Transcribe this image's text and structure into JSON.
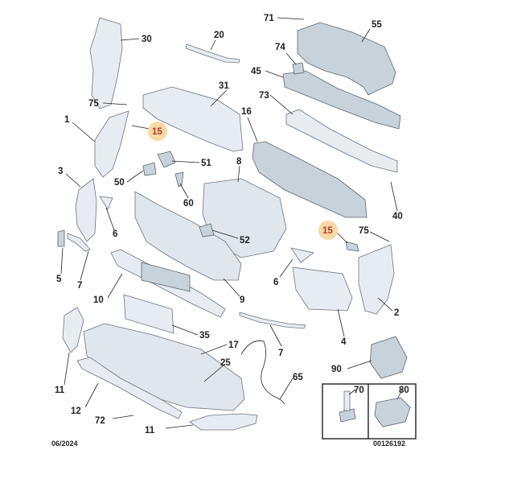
{
  "footer": {
    "date": "06/2024",
    "ref": "00126192"
  },
  "labels": {
    "l71": "71",
    "l55": "55",
    "l30": "30",
    "l20": "20",
    "l74": "74",
    "l45": "45",
    "l31": "31",
    "l75a": "75",
    "l73": "73",
    "l1": "1",
    "l15a": "15",
    "l16": "16",
    "l51": "51",
    "l3": "3",
    "l50": "50",
    "l60": "60",
    "l8": "8",
    "l40": "40",
    "l6a": "6",
    "l52": "52",
    "l15b": "15",
    "l75b": "75",
    "l5": "5",
    "l7a": "7",
    "l6b": "6",
    "l10": "10",
    "l9": "9",
    "l2": "2",
    "l35": "35",
    "l4": "4",
    "l17": "17",
    "l7b": "7",
    "l11a": "11",
    "l25": "25",
    "l90": "90",
    "l65": "65",
    "l12": "12",
    "l70": "70",
    "l80": "80",
    "l72": "72",
    "l11b": "11"
  },
  "highlight_color": "#f6d9a6"
}
